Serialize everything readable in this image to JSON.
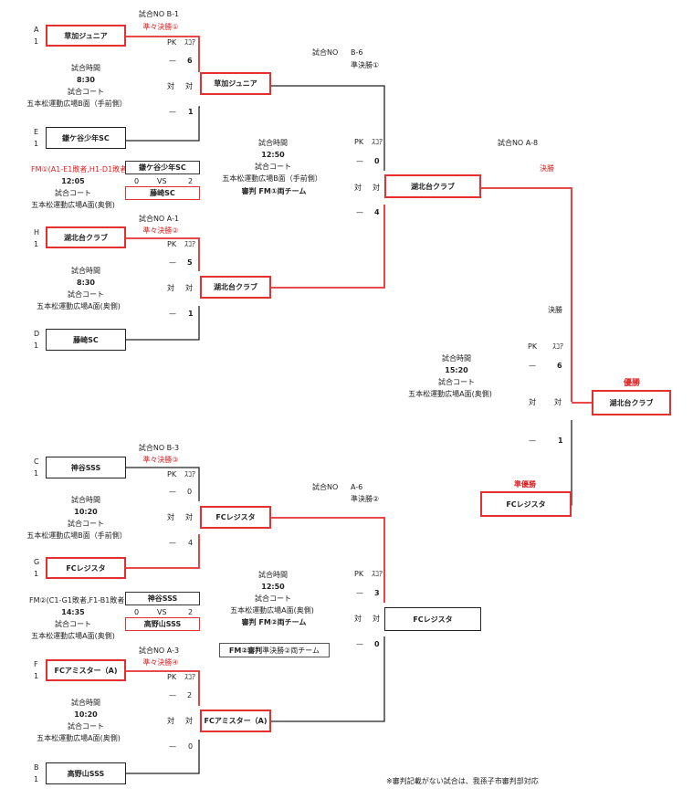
{
  "r1a": {
    "no": "試合NO B-1",
    "round": "準々決勝①",
    "pk": "PK",
    "score": "ｽｺｱ",
    "left_score": "—",
    "left_score2": "—",
    "right_score": "6",
    "right_score2": "1",
    "vs": "対",
    "vs2": "対",
    "time_label": "試合時間",
    "time": "8:30",
    "court_label": "試合コート",
    "court": "五本松運動広場B面（手前側）",
    "team_top_pos": "A",
    "team_top_seed": "1",
    "team_top": "草加ジュニア",
    "team_bot_pos": "E",
    "team_bot_seed": "1",
    "team_bot": "鎌ケ谷少年SC",
    "winner": "草加ジュニア"
  },
  "fm1": {
    "label": "FM①(A1-E1敗者,H1-D1敗者)",
    "time": "12:05",
    "court_label": "試合コート",
    "court": "五本松運動広場A面(奥側)",
    "team_top": "鎌ケ谷少年SC",
    "team_bot": "藤崎SC",
    "s1": "0",
    "vs": "VS",
    "s2": "2"
  },
  "r1b": {
    "no": "試合NO A-1",
    "round": "準々決勝②",
    "pk": "PK",
    "score": "ｽｺｱ",
    "left_score": "—",
    "left_score2": "—",
    "right_score": "5",
    "right_score2": "1",
    "vs": "対",
    "vs2": "対",
    "time_label": "試合時間",
    "time": "8:30",
    "court_label": "試合コート",
    "court": "五本松運動広場A面(奥側)",
    "team_top_pos": "H",
    "team_top_seed": "1",
    "team_top": "湖北台クラブ",
    "team_bot_pos": "D",
    "team_bot_seed": "1",
    "team_bot": "藤崎SC",
    "winner": "湖北台クラブ"
  },
  "sf1": {
    "no_label": "試合NO",
    "no": "B-6",
    "round": "準決勝①",
    "time_label": "試合時間",
    "time": "12:50",
    "court_label": "試合コート",
    "court": "五本松運動広場B面（手前側）",
    "ref": "審判 FM①両チーム",
    "pk": "PK",
    "score": "ｽｺｱ",
    "left_score": "—",
    "left_score2": "—",
    "right_score": "0",
    "right_score2": "4",
    "vs": "対",
    "vs2": "対",
    "winner": "湖北台クラブ"
  },
  "final": {
    "no": "試合NO A-8",
    "round_red": "決勝",
    "round": "決勝",
    "pk": "PK",
    "score": "ｽｺｱ",
    "left_score": "—",
    "left_score2": "—",
    "right_score": "6",
    "right_score2": "1",
    "vs": "対",
    "vs2": "対",
    "time_label": "試合時間",
    "time": "15:20",
    "court_label": "試合コート",
    "court": "五本松運動広場A面(奥側)",
    "champion_label": "優勝",
    "champion": "湖北台クラブ",
    "runner_label": "準優勝",
    "runner": "FCレジスタ"
  },
  "r1c": {
    "no": "試合NO B-3",
    "round": "準々決勝③",
    "pk": "PK",
    "score": "ｽｺｱ",
    "left_score": "—",
    "left_score2": "—",
    "right_score": "0",
    "right_score2": "4",
    "vs": "対",
    "vs2": "対",
    "time_label": "試合時間",
    "time": "10:20",
    "court_label": "試合コート",
    "court": "五本松運動広場B面（手前側）",
    "team_top_pos": "C",
    "team_top_seed": "1",
    "team_top": "神谷SSS",
    "team_bot_pos": "G",
    "team_bot_seed": "1",
    "team_bot": "FCレジスタ",
    "winner": "FCレジスタ"
  },
  "fm2": {
    "label": "FM②(C1-G1敗者,F1-B1敗者)",
    "time": "14:35",
    "court_label": "試合コート",
    "court": "五本松運動広場A面(奥側)",
    "team_top": "神谷SSS",
    "team_bot": "高野山SSS",
    "s1": "0",
    "vs": "VS",
    "s2": "2"
  },
  "r1d": {
    "no": "試合NO A-3",
    "round": "準々決勝④",
    "pk": "PK",
    "score": "ｽｺｱ",
    "left_score": "—",
    "left_score2": "—",
    "right_score": "2",
    "right_score2": "0",
    "vs": "対",
    "vs2": "対",
    "time_label": "試合時間",
    "time": "10:20",
    "court_label": "試合コート",
    "court": "五本松運動広場A面(奥側)",
    "team_top_pos": "F",
    "team_top_seed": "1",
    "team_top": "FCアミスター（A)",
    "team_bot_pos": "B",
    "team_bot_seed": "1",
    "team_bot": "高野山SSS",
    "winner": "FCアミスター（A)"
  },
  "sf2": {
    "no_label": "試合NO",
    "no": "A-6",
    "round": "準決勝②",
    "time_label": "試合時間",
    "time": "12:50",
    "court_label": "試合コート",
    "court": "五本松運動広場A面(奥側)",
    "ref": "審判 FM②両チーム",
    "ref_note_bold": "FM②審判",
    "ref_note": " 準決勝②両チーム",
    "pk": "PK",
    "score": "ｽｺｱ",
    "left_score": "—",
    "left_score2": "—",
    "right_score": "3",
    "right_score2": "0",
    "vs": "対",
    "vs2": "対",
    "winner": "FCレジスタ"
  },
  "footnote": "※審判記載がない試合は、我孫子市審判部対応",
  "colors": {
    "winner_line": "#e53030",
    "line": "#222222"
  }
}
